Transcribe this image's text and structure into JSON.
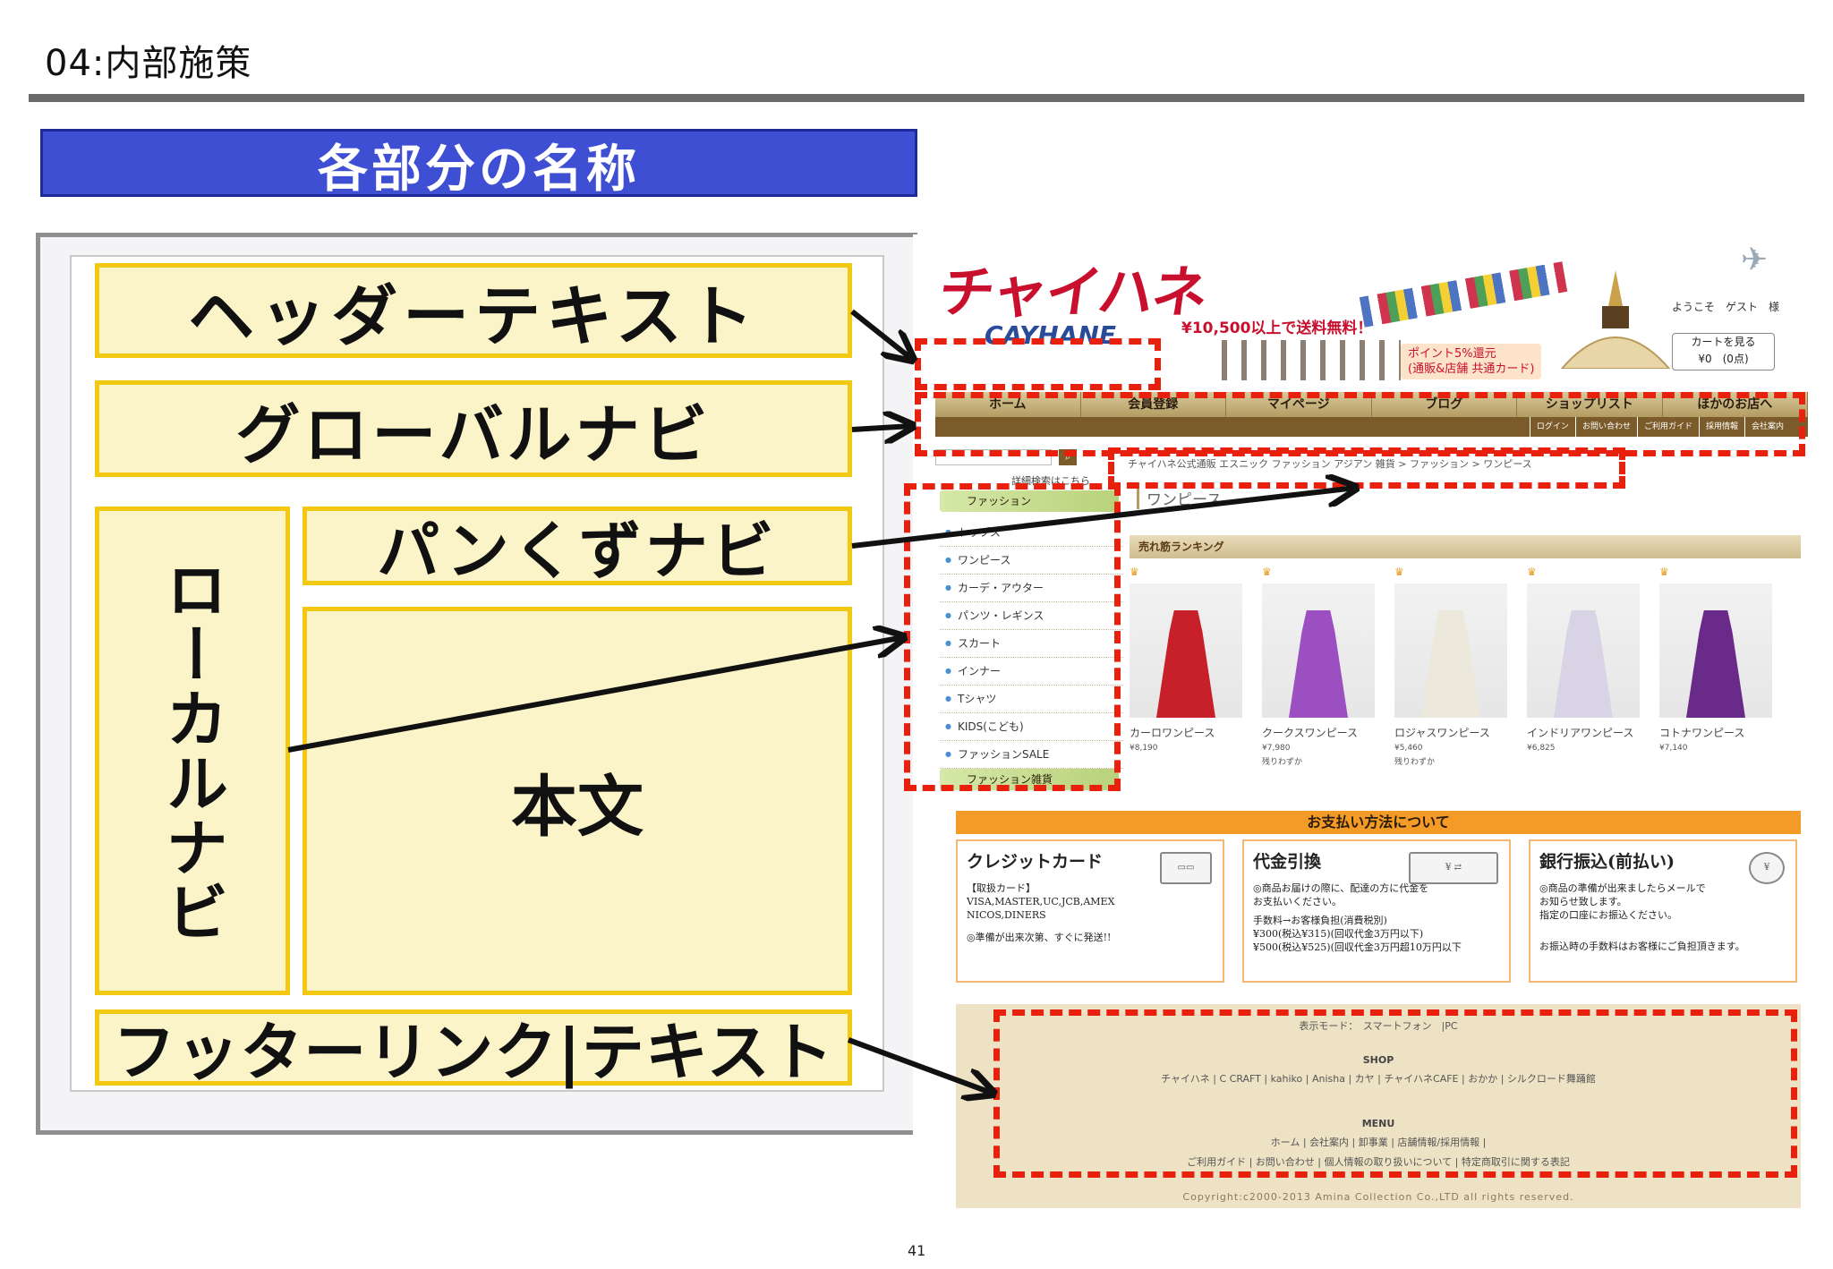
{
  "slide": {
    "title": "04:内部施策",
    "banner": "各部分の名称",
    "page_number": "41"
  },
  "diagram": {
    "header": "ヘッダーテキスト",
    "global_nav": "グローバルナビ",
    "local_nav": "ローカルナビ",
    "breadcrumb": "パンくずナビ",
    "body": "本文",
    "footer": "フッターリンク|テキスト"
  },
  "site": {
    "logo": "チャイハネ",
    "logo_sub": "CAYHANE",
    "shipping": "¥10,500以上で送料無料！",
    "points": [
      "ポイント5%還元",
      "(通販&店舗 共通カード)"
    ],
    "welcome": "ようこそ　ゲスト　様",
    "cart": [
      "カートを見る",
      "¥0　(0点)"
    ],
    "gnav": [
      "ホーム",
      "会員登録",
      "マイページ",
      "ブログ",
      "ショップリスト",
      "ほかのお店へ"
    ],
    "subnav": [
      "ログイン",
      "お問い合わせ",
      "ご利用ガイド",
      "採用情報",
      "会社案内"
    ],
    "detail_search": "詳細検索はこちら",
    "breadcrumb": "チャイハネ公式通販 エスニック ファッション アジアン 雑貨 > ファッション > ワンピース",
    "page_heading": "ワンピース",
    "side_category": "ファッション",
    "side_items": [
      "トップス",
      "ワンピース",
      "カーデ・アウター",
      "パンツ・レギンス",
      "スカート",
      "インナー",
      "Tシャツ",
      "KIDS(こども)",
      "ファッションSALE"
    ],
    "side_category_bottom": "ファッション雑貨",
    "ranking_title": "売れ筋ランキング",
    "products": [
      {
        "name": "カーロワンピース",
        "price": "¥8,190",
        "note": ""
      },
      {
        "name": "クークスワンピース",
        "price": "¥7,980",
        "note": "残りわずか"
      },
      {
        "name": "ロジャスワンピース",
        "price": "¥5,460",
        "note": "残りわずか"
      },
      {
        "name": "インドリアワンピース",
        "price": "¥6,825",
        "note": ""
      },
      {
        "name": "コトナワンピース",
        "price": "¥7,140",
        "note": ""
      }
    ],
    "product_colors": [
      "#c8202a",
      "#9b4fc0",
      "#ece8dc",
      "#d8d4e6",
      "#6a2a8a"
    ],
    "payment_title": "お支払い方法について",
    "payments": [
      {
        "title": "クレジットカード",
        "icon": "card-icon",
        "lines": [
          "【取扱カード】",
          "VISA,MASTER,UC,JCB,AMEX",
          "NICOS,DINERS",
          "◎準備が出来次第、すぐに発送!!"
        ]
      },
      {
        "title": "代金引換",
        "icon": "money-bag-icon",
        "lines": [
          "◎商品お届けの際に、配達の方に代金を",
          "お支払いください。",
          "手数料→お客様負担(消費税別)",
          "¥300(税込¥315)(回収代金3万円以下)",
          "¥500(税込¥525)(回収代金3万円超10万円以下"
        ]
      },
      {
        "title": "銀行振込(前払い)",
        "icon": "money-bag-icon",
        "lines": [
          "◎商品の準備が出来ましたらメールで",
          "お知らせ致します。",
          "指定の口座にお振込ください。",
          "お振込時の手数料はお客様にご負担頂きます。"
        ]
      }
    ],
    "footer": {
      "mode": "表示モード：　スマートフォン　|PC",
      "shop_label": "SHOP",
      "shop_links": "チャイハネ | C CRAFT | kahiko | Anisha | カヤ | チャイハネCAFE | おかか | シルクロード舞踊館",
      "menu_label": "MENU",
      "menu_links_1": "ホーム | 会社案内 | 卸事業 | 店舗情報/採用情報 |",
      "menu_links_2": "ご利用ガイド | お問い合わせ | 個人情報の取り扱いについて | 特定商取引に関する表記",
      "copyright": "Copyright:c2000-2013 Amina Collection Co.,LTD all rights reserved."
    }
  },
  "colors": {
    "banner": "#3f4fd4",
    "box_fill": "#fbf4c9",
    "box_border": "#f2c811",
    "highlight": "#e8210f",
    "title_rule": "#6b6b6b"
  }
}
